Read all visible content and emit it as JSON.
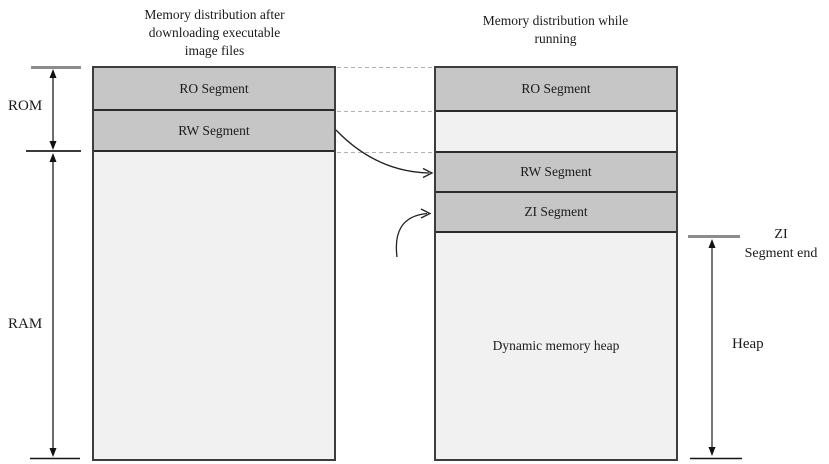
{
  "left_box": {
    "title": "Memory distribution after\ndownloading executable\nimage files",
    "ro_label": "RO Segment",
    "rw_label": "RW Segment"
  },
  "right_box": {
    "title": "Memory distribution while\nrunning",
    "ro_label": "RO Segment",
    "rw_label": "RW Segment",
    "zi_label": "ZI Segment",
    "heap_label": "Dynamic memory heap"
  },
  "annotations": {
    "rom": "ROM",
    "ram": "RAM",
    "zi_segment_end": "ZI\nSegment end",
    "heap": "Heap"
  },
  "colors": {
    "segment_dark": "#c6c6c6",
    "segment_light": "#f1f1f1",
    "box_border": "#3d3d3d",
    "tick_gray": "#8c8c8c",
    "dotted_line": "#b0b0b0"
  }
}
